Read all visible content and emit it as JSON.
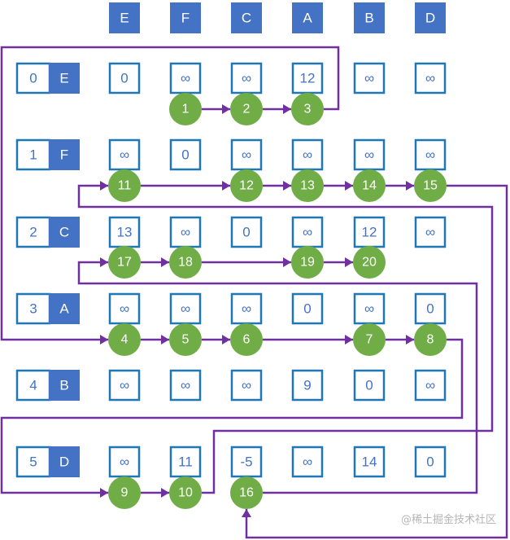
{
  "columns": [
    "E",
    "F",
    "C",
    "A",
    "B",
    "D"
  ],
  "rows": [
    {
      "index": "0",
      "name": "E",
      "values": [
        "0",
        "∞",
        "∞",
        "12",
        "∞",
        "∞"
      ]
    },
    {
      "index": "1",
      "name": "F",
      "values": [
        "∞",
        "0",
        "∞",
        "∞",
        "∞",
        "∞"
      ]
    },
    {
      "index": "2",
      "name": "C",
      "values": [
        "13",
        "∞",
        "0",
        "∞",
        "12",
        "∞"
      ]
    },
    {
      "index": "3",
      "name": "A",
      "values": [
        "∞",
        "∞",
        "∞",
        "0",
        "∞",
        "0"
      ]
    },
    {
      "index": "4",
      "name": "B",
      "values": [
        "∞",
        "∞",
        "∞",
        "9",
        "0",
        "∞"
      ]
    },
    {
      "index": "5",
      "name": "D",
      "values": [
        "∞",
        "11",
        "-5",
        "∞",
        "14",
        "0"
      ]
    }
  ],
  "steps": [
    {
      "label": "1",
      "row": 0,
      "col": 1
    },
    {
      "label": "2",
      "row": 0,
      "col": 2
    },
    {
      "label": "3",
      "row": 0,
      "col": 3
    },
    {
      "label": "4",
      "row": 3,
      "col": 0
    },
    {
      "label": "5",
      "row": 3,
      "col": 1
    },
    {
      "label": "6",
      "row": 3,
      "col": 2
    },
    {
      "label": "7",
      "row": 3,
      "col": 4
    },
    {
      "label": "8",
      "row": 3,
      "col": 5
    },
    {
      "label": "9",
      "row": 5,
      "col": 0
    },
    {
      "label": "10",
      "row": 5,
      "col": 1
    },
    {
      "label": "11",
      "row": 1,
      "col": 0
    },
    {
      "label": "12",
      "row": 1,
      "col": 2
    },
    {
      "label": "13",
      "row": 1,
      "col": 3
    },
    {
      "label": "14",
      "row": 1,
      "col": 4
    },
    {
      "label": "15",
      "row": 1,
      "col": 5
    },
    {
      "label": "16",
      "row": 5,
      "col": 2
    },
    {
      "label": "17",
      "row": 2,
      "col": 0
    },
    {
      "label": "18",
      "row": 2,
      "col": 1
    },
    {
      "label": "19",
      "row": 2,
      "col": 3
    },
    {
      "label": "20",
      "row": 2,
      "col": 4
    }
  ],
  "colors": {
    "header": "#4472c4",
    "cell_border": "#1f77b4",
    "node": "#70ad47",
    "path": "#7030a0"
  },
  "watermark": "@稀土掘金技术社区"
}
